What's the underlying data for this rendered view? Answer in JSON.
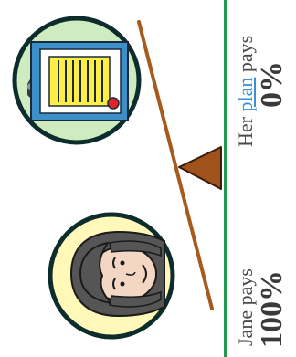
{
  "colors": {
    "divider": "#1f9a4e",
    "balance_beam": "#a65a1c",
    "fulcrum": "#a0521d",
    "jane_circle_fill": "#fff8b8",
    "plan_circle_fill": "#cfecc0",
    "circle_stroke": "#0d2c2c",
    "link": "#3b8fd6"
  },
  "icons": {
    "person": "woman-avatar-icon",
    "document": "insurance-document-icon"
  },
  "jane": {
    "label": "Jane pays",
    "percent": "100%"
  },
  "plan": {
    "label_prefix": "Her",
    "link_text": "plan",
    "label_suffix": "pays",
    "percent": "0%"
  }
}
